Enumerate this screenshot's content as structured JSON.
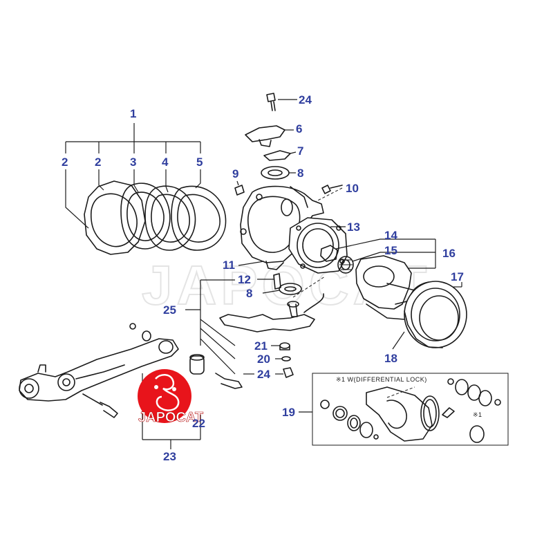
{
  "diagram": {
    "callouts": [
      "1",
      "2",
      "2",
      "3",
      "4",
      "5",
      "6",
      "7",
      "8",
      "9",
      "10",
      "11",
      "12",
      "8",
      "13",
      "14",
      "15",
      "16",
      "17",
      "18",
      "19",
      "20",
      "21",
      "22",
      "23",
      "24",
      "24",
      "25"
    ],
    "note_differential": "※1 W(DIFFERENTIAL LOCK)",
    "note_ref": "※1",
    "watermark": "JAPOCAT",
    "logo_text": "JAPOCAT",
    "colors": {
      "callout": "#2f3e9e",
      "logo": "#e8141b",
      "line": "#1a1a1a"
    }
  }
}
